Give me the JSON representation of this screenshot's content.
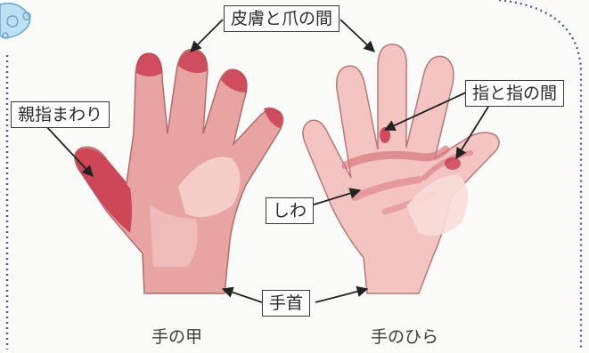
{
  "labels": {
    "skin_nail": "皮膚と爪の間",
    "thumb_around": "親指まわり",
    "between_fingers": "指と指の間",
    "wrinkles": "しわ",
    "wrist": "手首"
  },
  "captions": {
    "back_of_hand": "手の甲",
    "palm": "手のひら"
  },
  "colors": {
    "skin": "#e8a3a3",
    "skin_dark": "#d9777f",
    "skin_light": "#f6d2cd",
    "palm_skin": "#f3c4c1",
    "highlight": "#c8374c",
    "outline": "#8a4b4b",
    "frame_line": "#4a5f87",
    "bubble": "#8fc3e3"
  }
}
